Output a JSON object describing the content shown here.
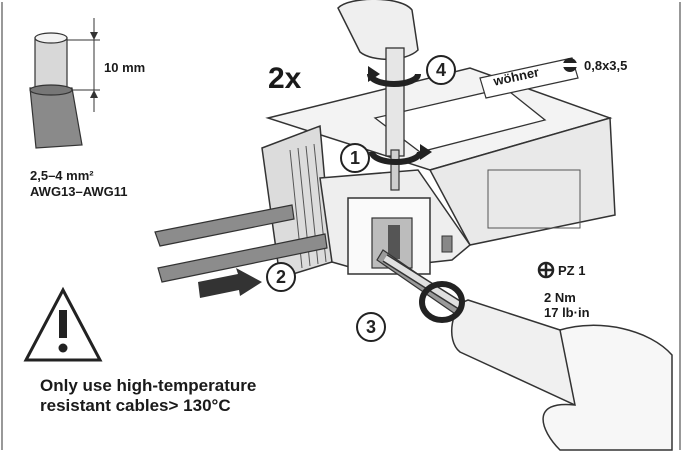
{
  "diagram": {
    "strip_length": "10 mm",
    "cross_section_mm2": "2,5–4 mm²",
    "cross_section_awg": "AWG13–AWG11",
    "multiplier": "2x",
    "screwdriver_slot": "0,8x3,5",
    "screwdriver_pz": "PZ 1",
    "torque_nm": "2 Nm",
    "torque_lbin": "17 lb·in",
    "brand_mark": "wöhner",
    "steps": [
      "1",
      "2",
      "3",
      "4"
    ],
    "warning_line1": "Only use high-temperature",
    "warning_line2": "resistant cables> 130°C",
    "icons": [
      "flat-screwdriver-icon",
      "phillips-screwdriver-icon",
      "warning-icon",
      "arrow-icon"
    ]
  }
}
